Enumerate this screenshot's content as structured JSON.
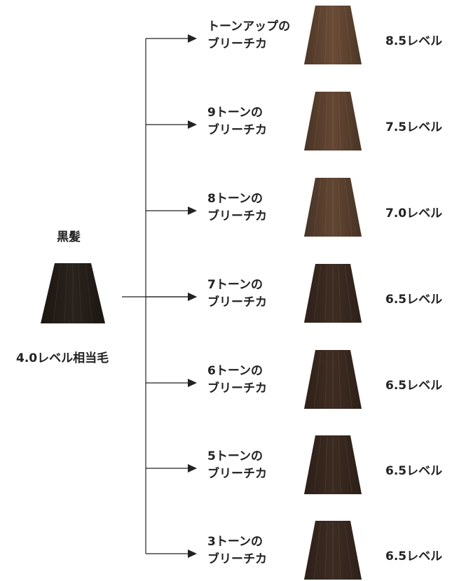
{
  "source": {
    "title": "黒髪",
    "level": "4.0レベル相当毛",
    "swatch_color": "#2a221c"
  },
  "results": [
    {
      "line1": "トーンアップの",
      "line2": "ブリーチカ",
      "level": "8.5レベル",
      "swatch_color": "#6b4c36"
    },
    {
      "line1": "9トーンの",
      "line2": "ブリーチカ",
      "level": "7.5レベル",
      "swatch_color": "#654733"
    },
    {
      "line1": "8トーンの",
      "line2": "ブリーチカ",
      "level": "7.0レベル",
      "swatch_color": "#624633"
    },
    {
      "line1": "7トーンの",
      "line2": "ブリーチカ",
      "level": "6.5レベル",
      "swatch_color": "#3e2d23"
    },
    {
      "line1": "6トーンの",
      "line2": "ブリーチカ",
      "level": "6.5レベル",
      "swatch_color": "#3f2d22"
    },
    {
      "line1": "5トーンの",
      "line2": "ブリーチカ",
      "level": "6.5レベル",
      "swatch_color": "#3c2b21"
    },
    {
      "line1": "3トーンの",
      "line2": "ブリーチカ",
      "level": "6.5レベル",
      "swatch_color": "#3d2c22"
    }
  ]
}
